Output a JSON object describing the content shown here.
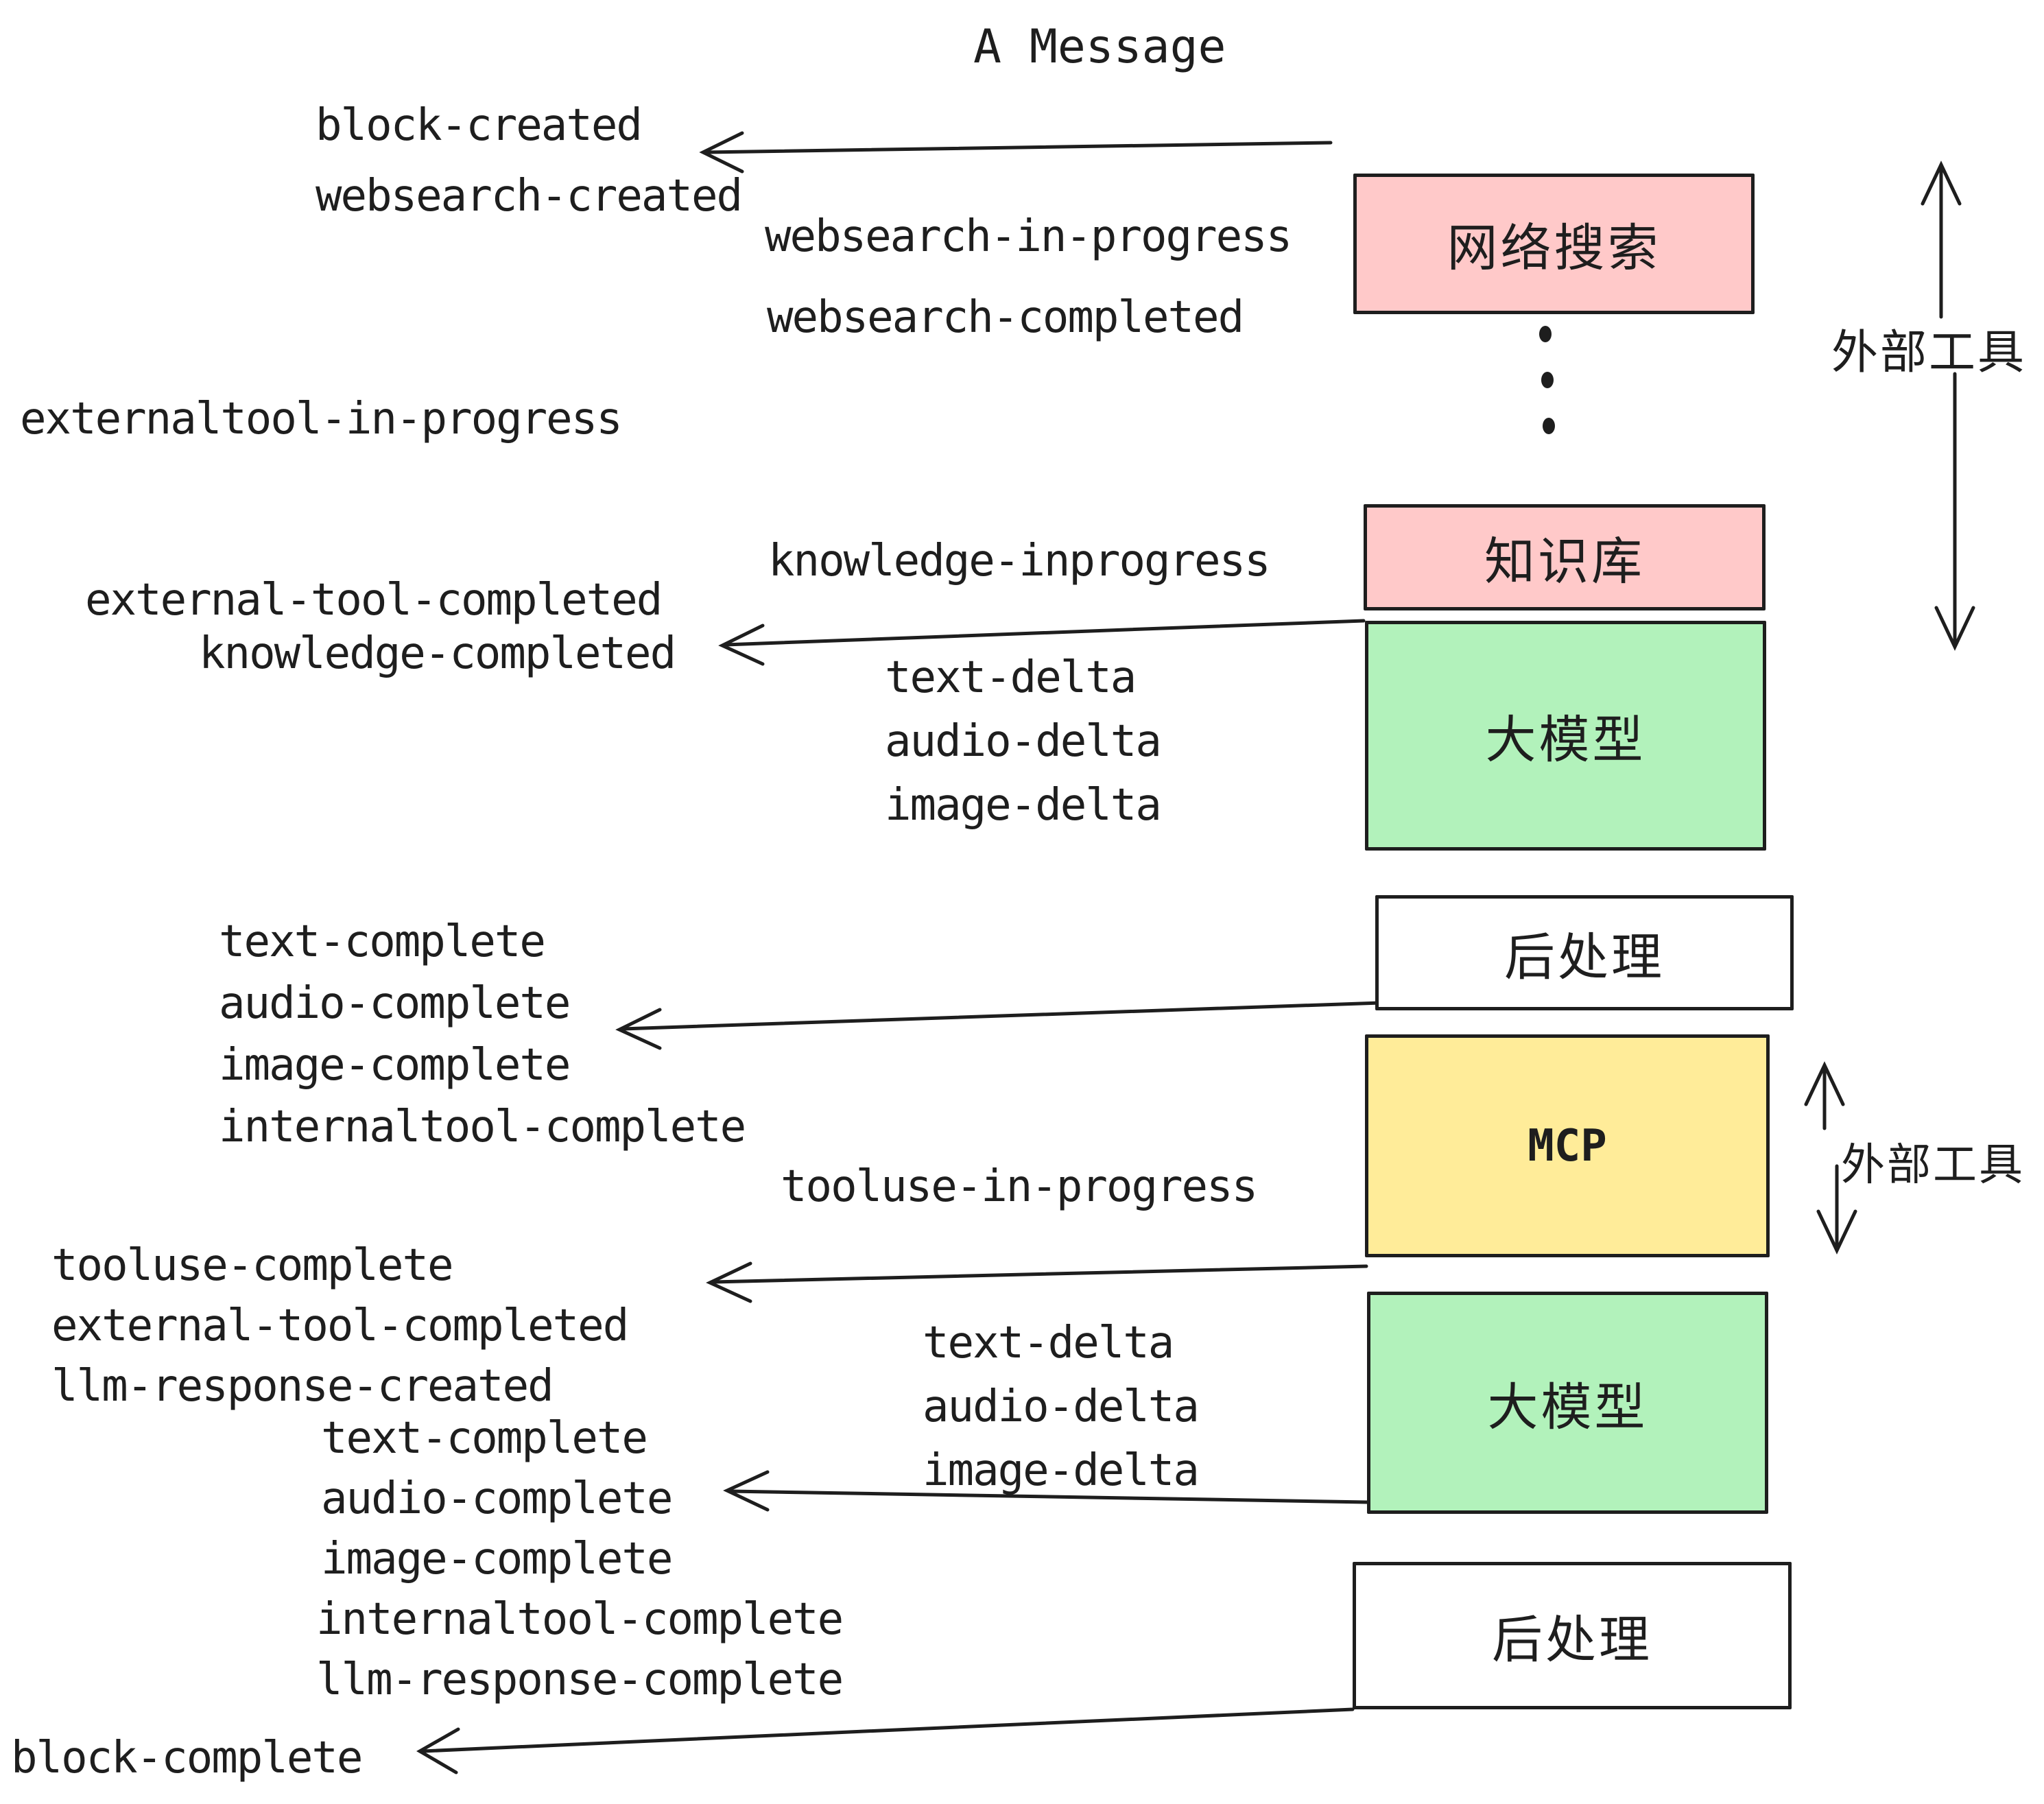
{
  "title": "A Message",
  "colors": {
    "pink": "#ffc9c9",
    "green": "#b2f2bb",
    "yellow": "#ffec99",
    "white": "#ffffff",
    "stroke": "#1e1e1e",
    "text": "#1e1e1e"
  },
  "boxes": [
    {
      "id": "websearch",
      "label": "网络搜索",
      "color": "pink"
    },
    {
      "id": "knowledge",
      "label": "知识库",
      "color": "pink"
    },
    {
      "id": "llm-1",
      "label": "大模型",
      "color": "green"
    },
    {
      "id": "post-1",
      "label": "后处理",
      "color": "white"
    },
    {
      "id": "mcp",
      "label": "MCP",
      "color": "yellow"
    },
    {
      "id": "llm-2",
      "label": "大模型",
      "color": "green"
    },
    {
      "id": "post-2",
      "label": "后处理",
      "color": "white"
    }
  ],
  "side_labels": [
    {
      "text": "外部工具"
    },
    {
      "text": "外部工具"
    }
  ],
  "events": [
    {
      "text": "block-created"
    },
    {
      "text": "websearch-created"
    },
    {
      "text": "websearch-in-progress"
    },
    {
      "text": "websearch-completed"
    },
    {
      "text": "externaltool-in-progress"
    },
    {
      "text": "knowledge-inprogress"
    },
    {
      "text": "external-tool-completed"
    },
    {
      "text": "knowledge-completed"
    },
    {
      "text": "text-delta"
    },
    {
      "text": "audio-delta"
    },
    {
      "text": "image-delta"
    },
    {
      "text": "text-complete"
    },
    {
      "text": "audio-complete"
    },
    {
      "text": "image-complete"
    },
    {
      "text": "internaltool-complete"
    },
    {
      "text": "tooluse-in-progress"
    },
    {
      "text": "tooluse-complete"
    },
    {
      "text": "external-tool-completed"
    },
    {
      "text": "llm-response-created"
    },
    {
      "text": "text-complete"
    },
    {
      "text": "audio-complete"
    },
    {
      "text": "image-complete"
    },
    {
      "text": "internaltool-complete"
    },
    {
      "text": "llm-response-complete"
    },
    {
      "text": "block-complete"
    }
  ]
}
